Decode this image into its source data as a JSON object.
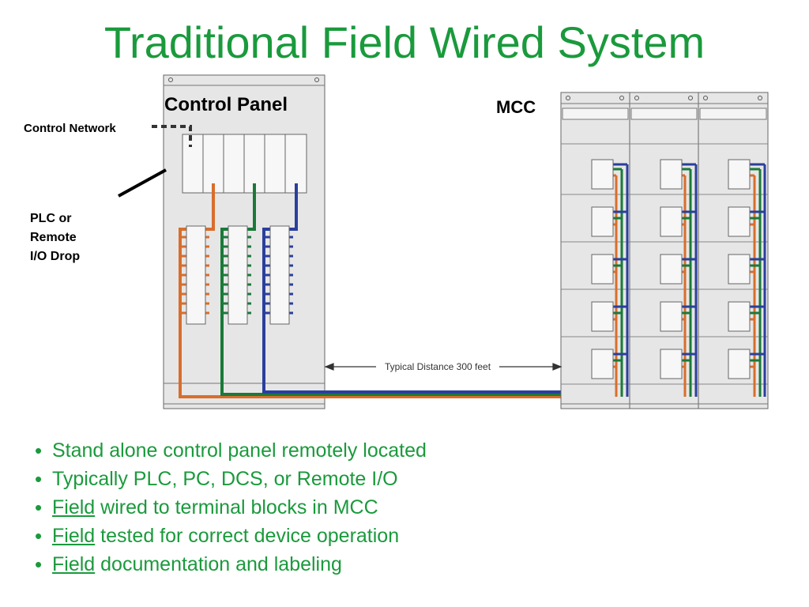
{
  "title": "Traditional Field Wired System",
  "labels": {
    "control_panel": "Control Panel",
    "mcc": "MCC",
    "control_network": "Control Network",
    "plc_line1": "PLC or",
    "plc_line2": "Remote",
    "plc_line3": "I/O Drop",
    "distance": "Typical Distance 300 feet"
  },
  "colors": {
    "orange": "#d86e2c",
    "green": "#1b7a3a",
    "blue": "#2a3f9c",
    "panel": "#e6e6e6",
    "title": "#1a9a3c"
  },
  "bullets": [
    {
      "lead": "",
      "rest": "Stand alone control panel remotely located"
    },
    {
      "lead": "",
      "rest": "Typically PLC, PC, DCS, or Remote I/O"
    },
    {
      "lead": "Field",
      "rest": " wired to terminal blocks in MCC"
    },
    {
      "lead": "Field",
      "rest": " tested for correct device operation"
    },
    {
      "lead": "Field",
      "rest": " documentation and labeling"
    }
  ]
}
